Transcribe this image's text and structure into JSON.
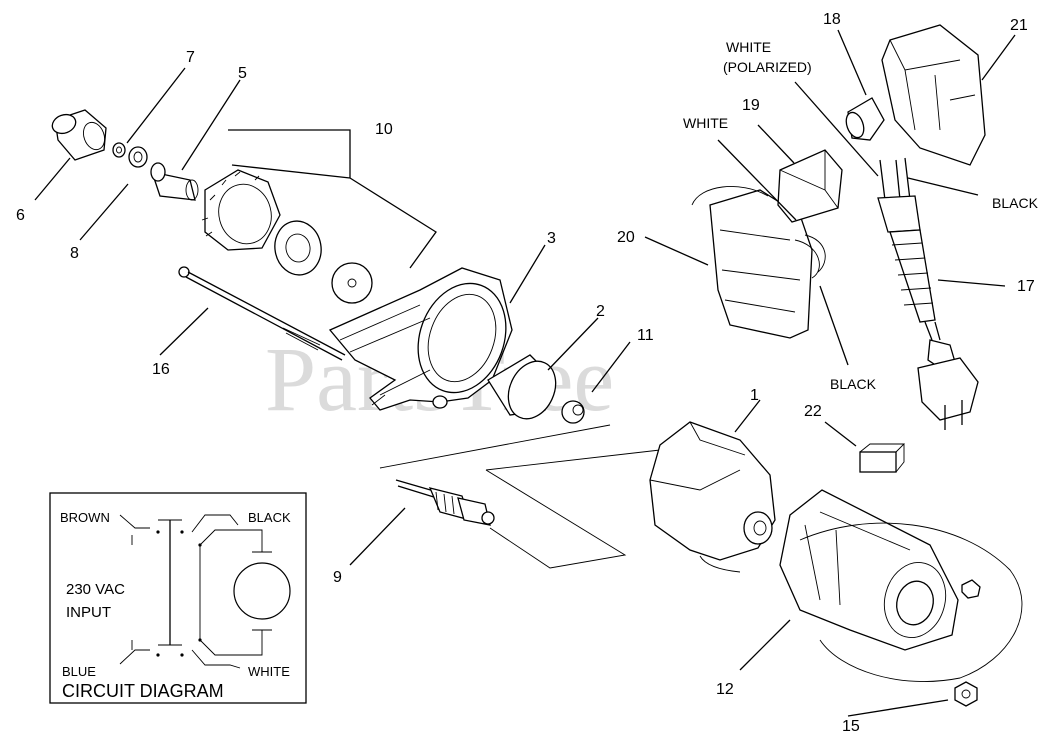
{
  "watermark": "PartsTree",
  "callouts": {
    "c1": "1",
    "c2": "2",
    "c3": "3",
    "c5": "5",
    "c6": "6",
    "c7": "7",
    "c8": "8",
    "c9": "9",
    "c10": "10",
    "c11": "11",
    "c12": "12",
    "c15": "15",
    "c16": "16",
    "c17": "17",
    "c18": "18",
    "c19": "19",
    "c20": "20",
    "c21": "21",
    "c22": "22"
  },
  "wire_labels": {
    "white_polarized_line1": "WHITE",
    "white_polarized_line2": "(POLARIZED)",
    "white": "WHITE",
    "black_top": "BLACK",
    "black_mid": "BLACK"
  },
  "circuit": {
    "title": "CIRCUIT DIAGRAM",
    "brown": "BROWN",
    "black": "BLACK",
    "blue": "BLUE",
    "white": "WHITE",
    "input_line1": "230 VAC",
    "input_line2": "INPUT"
  }
}
